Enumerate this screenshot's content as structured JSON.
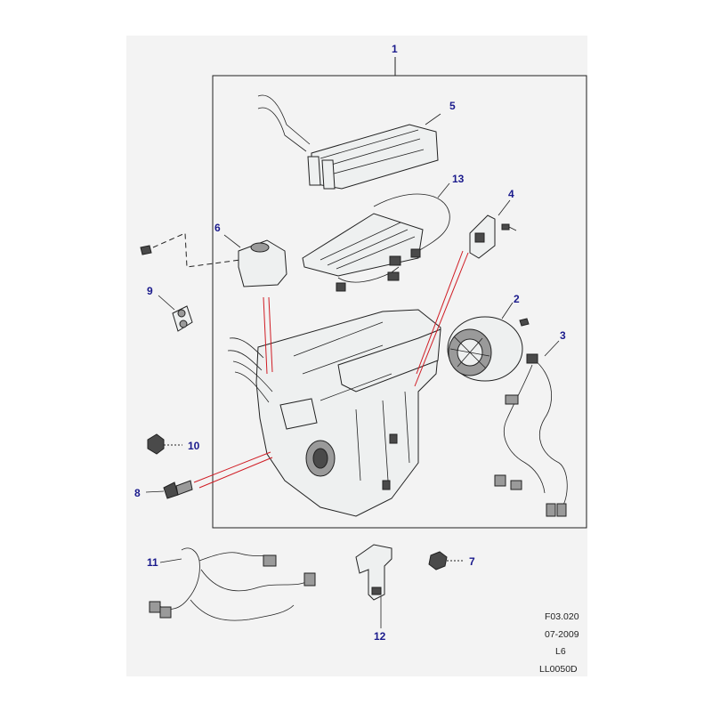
{
  "callouts": [
    "1",
    "2",
    "3",
    "4",
    "5",
    "6",
    "7",
    "8",
    "9",
    "10",
    "11",
    "12",
    "13"
  ],
  "reference": {
    "code": "F03.020",
    "date": "07-2009",
    "level": "L6",
    "drawing_id": "LL0050D"
  },
  "colors": {
    "callout_text": "#1a1a8c",
    "leader_red": "#d01c24",
    "sheet_bg": "#f3f3f3"
  }
}
